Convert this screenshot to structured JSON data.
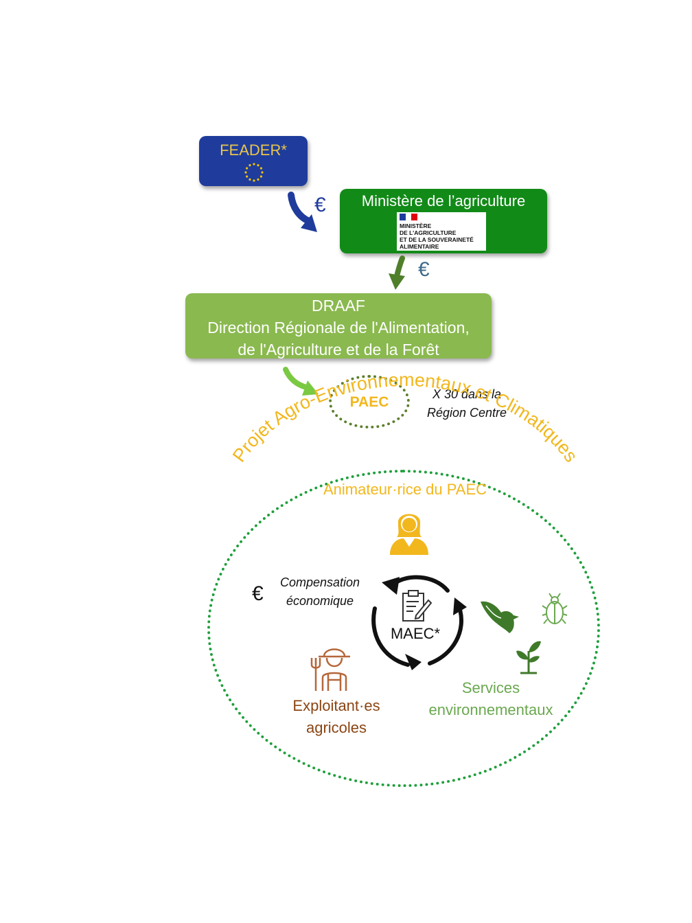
{
  "feader": {
    "label": "FEADER*",
    "color": "#1f3c9c",
    "text_color": "#e8c54a",
    "icon": "eu-stars-icon"
  },
  "ministere": {
    "title": "Ministère de l’agriculture",
    "color": "#128a18",
    "logo_text": "MINISTÈRE\nDE L’AGRICULTURE\nET DE LA SOUVERAINETÉ\nALIMENTAIRE"
  },
  "draaf": {
    "color": "#8ab94f",
    "lines": [
      "DRAAF",
      "Direction Régionale de l'Alimentation,",
      "de l'Agriculture et de la Forêt"
    ]
  },
  "euro_symbol": "€",
  "paec": {
    "label": "PAEC",
    "note": [
      "X 30 dans la",
      "Région Centre"
    ],
    "border_color": "#5d7f2c",
    "text_color": "#f2b71d"
  },
  "project": {
    "arc_title": "Projet Agro-Environnementaux et Climatiques",
    "border_color": "#1f9f3c",
    "animateur": "Animateur·rice du PAEC",
    "compensation": [
      "Compensation",
      "économique"
    ],
    "maec": "MAEC*",
    "exploitants": [
      "Exploitant·es",
      "agricoles"
    ],
    "services": [
      "Services",
      "environnementaux"
    ],
    "icons": [
      "person-icon",
      "clipboard-icon",
      "cycle-arrows-icon",
      "farmer-icon",
      "eagle-icon",
      "beetle-icon",
      "seedling-icon"
    ]
  }
}
